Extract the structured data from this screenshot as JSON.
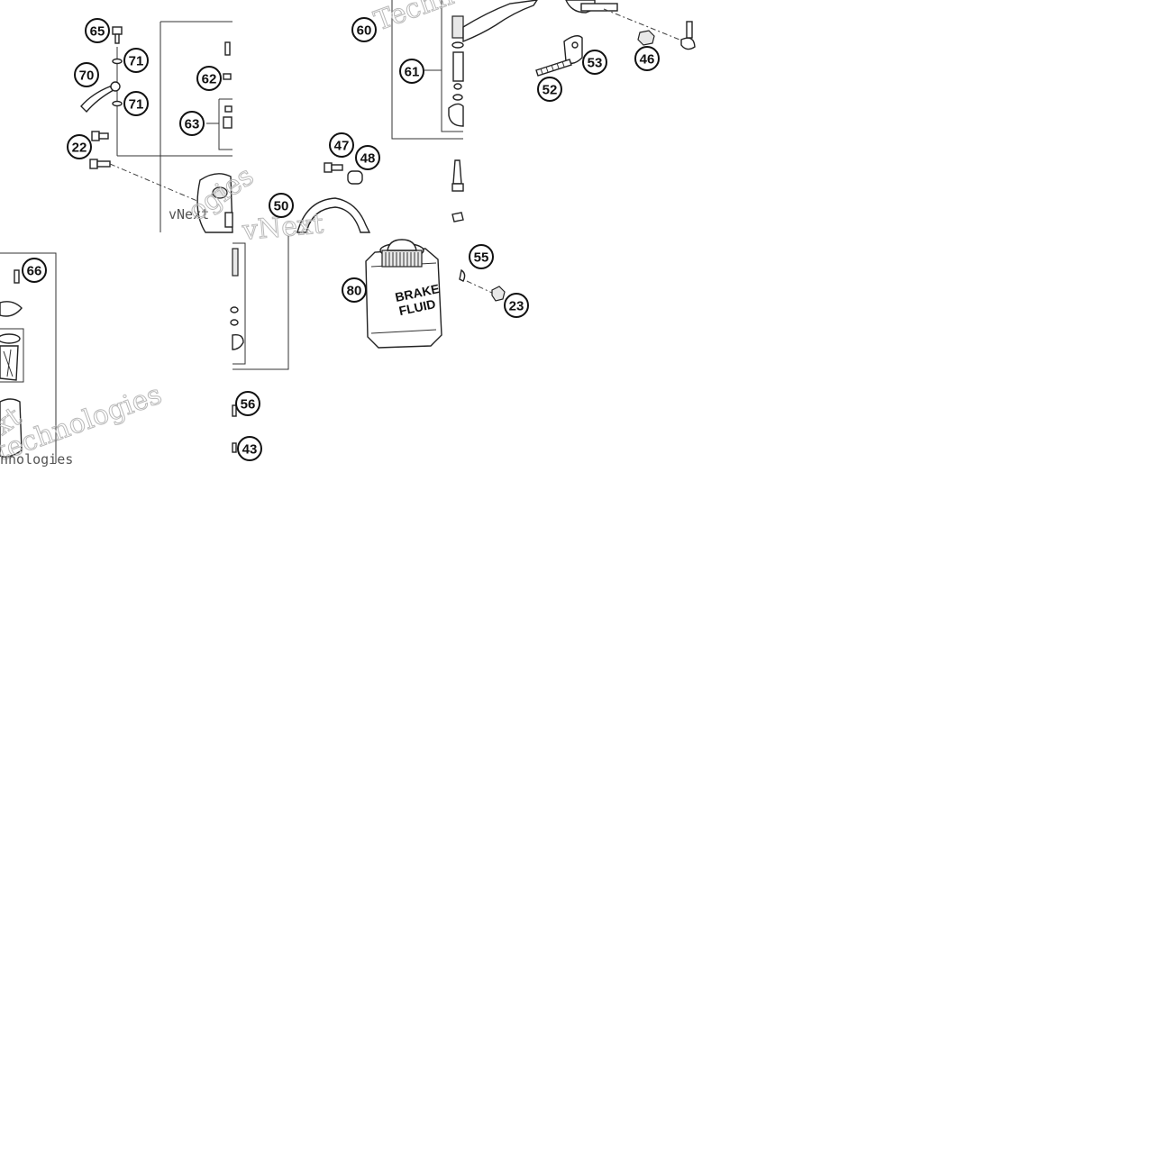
{
  "callouts": [
    {
      "label": "65"
    },
    {
      "label": "71"
    },
    {
      "label": "70"
    },
    {
      "label": "71"
    },
    {
      "label": "22"
    },
    {
      "label": "62"
    },
    {
      "label": "63"
    },
    {
      "label": "60"
    },
    {
      "label": "61"
    },
    {
      "label": "47"
    },
    {
      "label": "48"
    },
    {
      "label": "50"
    },
    {
      "label": "53"
    },
    {
      "label": "46"
    },
    {
      "label": "52"
    },
    {
      "label": "66"
    },
    {
      "label": "55"
    },
    {
      "label": "23"
    },
    {
      "label": "80"
    },
    {
      "label": "56"
    },
    {
      "label": "43"
    }
  ],
  "bottle": {
    "line1": "BRAKE",
    "line2": "FLUID"
  },
  "watermark": {
    "text_vnext": "vNext",
    "text_tech": "Techn",
    "text_technologies": "technologies",
    "text_nologies": "nnologies",
    "text_ogies": "ogies",
    "text_xt": "xt"
  }
}
